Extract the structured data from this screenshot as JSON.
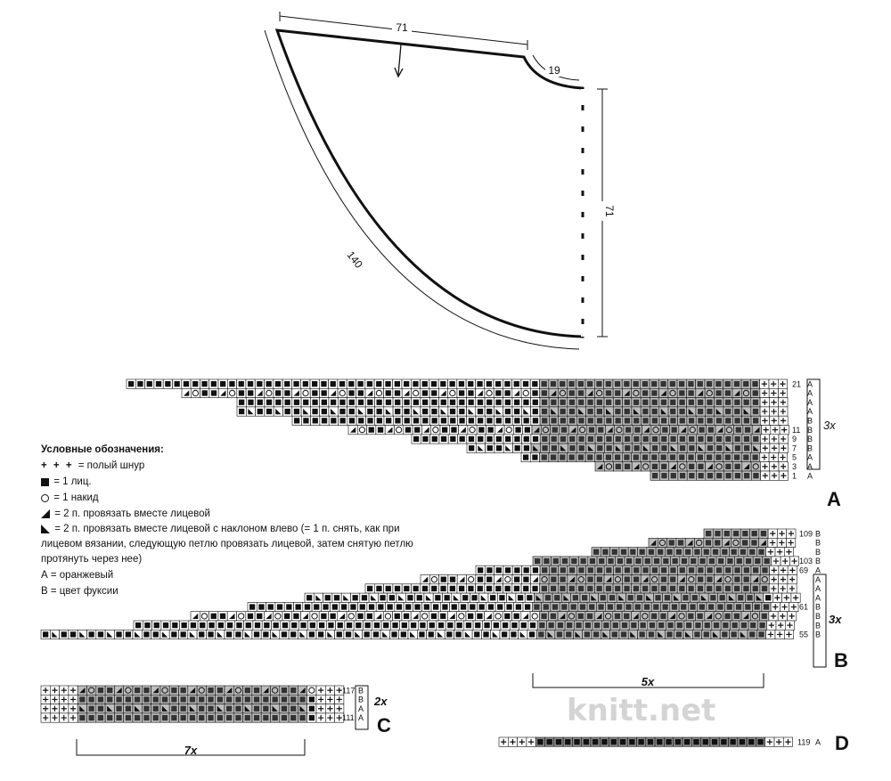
{
  "pattern": {
    "top_length": "71",
    "neck_curve": "19",
    "right_side": "71",
    "arc_length": "140"
  },
  "legend": {
    "title": "Условные обозначения:",
    "items": [
      {
        "symbol": "plus",
        "text": "= полый шнур"
      },
      {
        "symbol": "filled-square",
        "text": "= 1 лиц."
      },
      {
        "symbol": "circle",
        "text": "= 1 накид"
      },
      {
        "symbol": "triangle-right",
        "text": "= 2 п. провязать вместе лицевой"
      },
      {
        "symbol": "triangle-left",
        "text": "= 2 п. провязать вместе лицевой с наклоном влево (= 1 п. снять, как при лицевом вязании, следующую петлю провязать лицевой, затем снятую петлю протянуть через нее)"
      },
      {
        "symbol": "none",
        "text": "А = оранжевый"
      },
      {
        "symbol": "none",
        "text": "В = цвет фуксии"
      }
    ]
  },
  "charts": {
    "A": {
      "label": "A",
      "repeat": "3x",
      "rows": [
        {
          "num": "21",
          "color": "A"
        },
        {
          "num": "",
          "color": "A"
        },
        {
          "num": "",
          "color": "A"
        },
        {
          "num": "",
          "color": "A"
        },
        {
          "num": "",
          "color": "B"
        },
        {
          "num": "11",
          "color": "B"
        },
        {
          "num": "9",
          "color": "B"
        },
        {
          "num": "7",
          "color": "B"
        },
        {
          "num": "5",
          "color": "A"
        },
        {
          "num": "3",
          "color": "A"
        },
        {
          "num": "1",
          "color": "A"
        }
      ]
    },
    "B": {
      "label": "B",
      "repeat": "3x",
      "width_repeat": "5x",
      "rows": [
        {
          "num": "109",
          "color": "B"
        },
        {
          "num": "",
          "color": "B"
        },
        {
          "num": "",
          "color": "B"
        },
        {
          "num": "103",
          "color": "B"
        },
        {
          "num": "69",
          "color": "A"
        },
        {
          "num": "",
          "color": "A"
        },
        {
          "num": "",
          "color": "A"
        },
        {
          "num": "",
          "color": "A"
        },
        {
          "num": "61",
          "color": "B"
        },
        {
          "num": "",
          "color": "B"
        },
        {
          "num": "",
          "color": "B"
        },
        {
          "num": "55",
          "color": "B"
        }
      ]
    },
    "C": {
      "label": "C",
      "repeat": "2x",
      "width_repeat": "7x",
      "rows": [
        {
          "num": "117",
          "color": "B"
        },
        {
          "num": "",
          "color": "B"
        },
        {
          "num": "",
          "color": "A"
        },
        {
          "num": "111",
          "color": "A"
        }
      ]
    },
    "D": {
      "label": "D",
      "rows": [
        {
          "num": "119",
          "color": "A"
        }
      ]
    }
  },
  "watermark": "knitt.net",
  "colors": {
    "ink": "#111111",
    "shade": "#8a8a8a",
    "light_shade": "#bdbdbd",
    "watermark": "#d4d4d4"
  }
}
